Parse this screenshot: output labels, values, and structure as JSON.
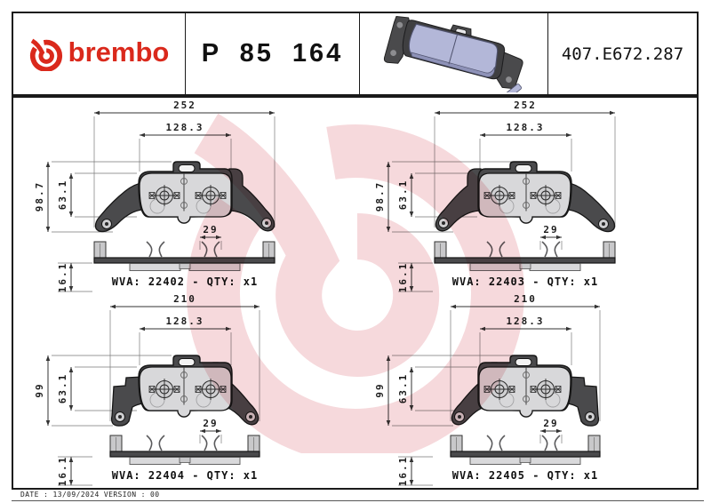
{
  "header": {
    "brand_wordmark": "brembo",
    "part_number": "P 85 164",
    "reference_code": "407.E672.287"
  },
  "drawings": [
    {
      "id": "top-left",
      "overall_width": "252",
      "pad_width": "128.3",
      "overall_height": "98.7",
      "pad_height": "63.1",
      "clip_width": "29",
      "assembled_thickness": "16.1",
      "wva": "WVA: 22402 - QTY: x1"
    },
    {
      "id": "top-right",
      "overall_width": "252",
      "pad_width": "128.3",
      "overall_height": "98.7",
      "pad_height": "63.1",
      "clip_width": "29",
      "assembled_thickness": "16.1",
      "wva": "WVA: 22403 - QTY: x1"
    },
    {
      "id": "bottom-left",
      "overall_width": "210",
      "pad_width": "128.3",
      "overall_height": "99",
      "pad_height": "63.1",
      "clip_width": "29",
      "assembled_thickness": "16.1",
      "wva": "WVA: 22404 - QTY: x1"
    },
    {
      "id": "bottom-right",
      "overall_width": "210",
      "pad_width": "128.3",
      "overall_height": "99",
      "pad_height": "63.1",
      "clip_width": "29",
      "assembled_thickness": "16.1",
      "wva": "WVA: 22405 - QTY: x1"
    }
  ],
  "footer": {
    "date_version": "DATE : 13/09/2024 VERSION : 00"
  },
  "colors": {
    "brand_red": "#da291c",
    "watermark_pink": "#f6d9dc",
    "backplate_gray": "#4a4a4c",
    "pad_gray": "#d8d8da",
    "pad_3d_lavender": "#b3b7d8"
  }
}
